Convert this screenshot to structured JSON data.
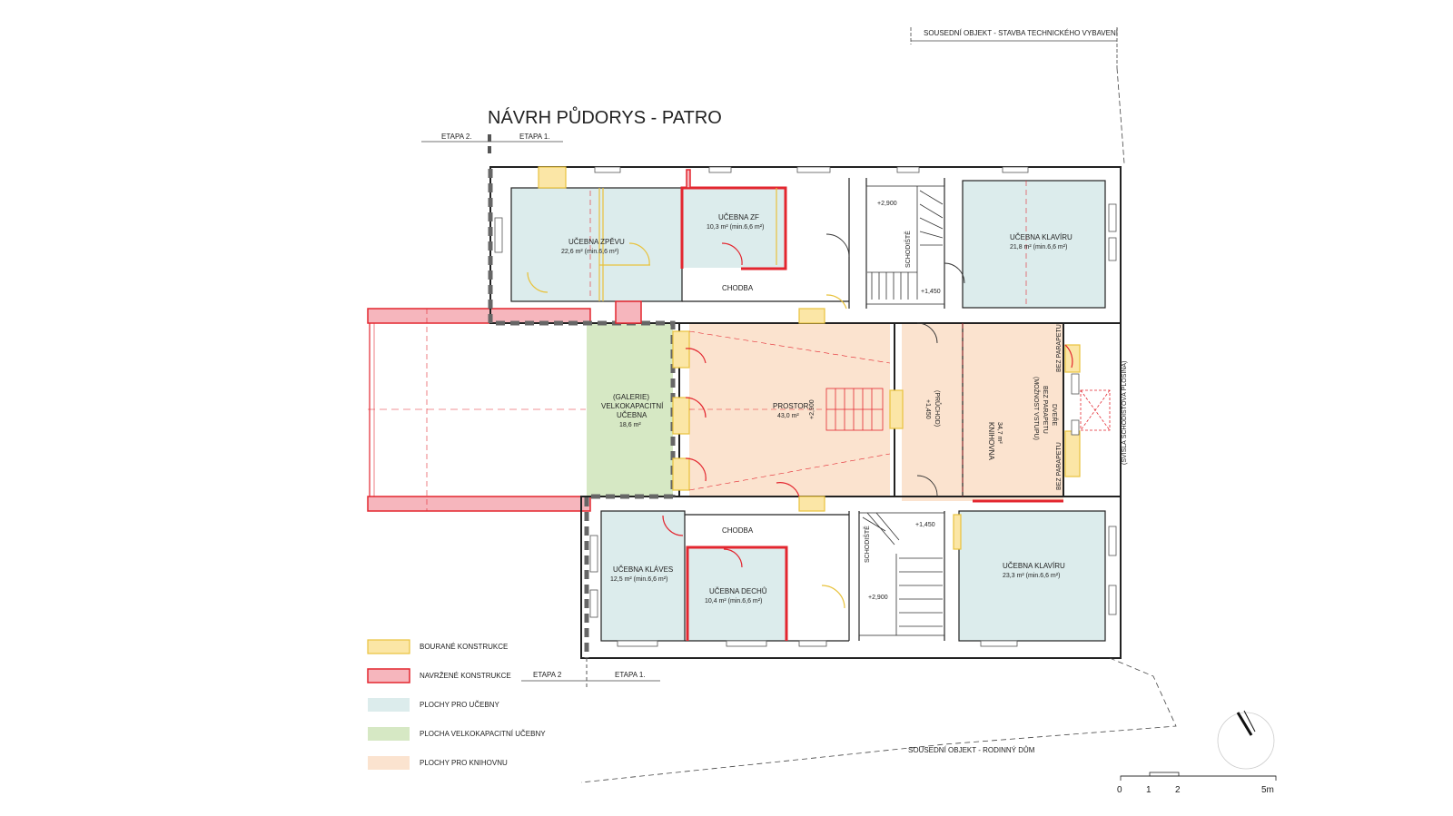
{
  "title": "NÁVRH PŮDORYS - PATRO",
  "neighbors": {
    "top": "SOUSEDNÍ OBJEKT - STAVBA TECHNICKÉHO VYBAVENÍ",
    "bottom": "SOUSEDNÍ OBJEKT - RODINNÝ DŮM"
  },
  "etapa": {
    "top_left": "ETAPA 2.",
    "top_right": "ETAPA 1.",
    "bottom_left": "ETAPA 2",
    "bottom_right": "ETAPA 1."
  },
  "rooms": {
    "zpev_name": "UČEBNA ZPĚVU",
    "zpev_area": "22,6 m² (min.6,6 m²)",
    "zf_name": "UČEBNA ZF",
    "zf_area": "10,3 m² (min.6,6 m²)",
    "chodba_top": "CHODBA",
    "klaviru_top_name": "UČEBNA KLAVÍRU",
    "klaviru_top_area": "21,8 m² (min.6,6 m²)",
    "galerie_1": "(GALERIE)",
    "galerie_2": "VELKOKAPACITNÍ",
    "galerie_3": "UČEBNA",
    "galerie_area": "18,6 m²",
    "prostor_name": "PROSTOR",
    "prostor_area": "43,0 m²",
    "knihovna_name": "KNIHOVNA",
    "knihovna_area": "34,7 m²",
    "chodba_bottom": "CHODBA",
    "klaves_name": "UČEBNA KLÁVES",
    "klaves_area": "12,5 m² (min.6,6 m²)",
    "dechu_name": "UČEBNA DECHŮ",
    "dechu_area": "10,4 m² (min.6,6 m²)",
    "klaviru_bottom_name": "UČEBNA KLAVÍRU",
    "klaviru_bottom_area": "23,3 m² (min.6,6 m²)"
  },
  "annotations": {
    "schodiste_top": "SCHODIŠTĚ",
    "schodiste_bottom": "SCHODIŠTĚ",
    "lvl_2900_top": "+2,900",
    "lvl_1450_top": "+1,450",
    "lvl_2900_prostor": "+2,900",
    "lvl_1450_pruchod": "+1,450",
    "pruchod": "(PRŮCHOD)",
    "lvl_1450_bottom": "+1,450",
    "lvl_2900_bottom": "+2,900",
    "moznost_vstupu": "(MOŽNOST VSTUPU)",
    "bez_parapetu_1": "BEZ PARAPETU",
    "bez_parapetu_dvere": "BEZ PARAPETU",
    "dvere": "DVEŘE",
    "bez_parapetu_2": "BEZ PARAPETU",
    "svisla_plosina": "(SVISLÁ SCHODIŠŤOVÁ PLOŠINA)"
  },
  "legend": [
    {
      "label": "BOURANÉ KONSTRUKCE",
      "color": "#fbe6a6",
      "border": "#e8c23c"
    },
    {
      "label": "NAVRŽENÉ KONSTRUKCE",
      "color": "#f6b6bd",
      "border": "#e3262f"
    },
    {
      "label": "PLOCHY PRO UČEBNY",
      "color": "#dcecec",
      "border": "#dcecec"
    },
    {
      "label": "PLOCHA VELKOKAPACITNÍ UČEBNY",
      "color": "#d6e8c4",
      "border": "#d6e8c4"
    },
    {
      "label": "PLOCHY PRO KNIHOVNU",
      "color": "#fbe3cf",
      "border": "#fbe3cf"
    }
  ],
  "scale": {
    "t0": "0",
    "t1": "1",
    "t2": "2",
    "t5": "5m"
  },
  "colors": {
    "classroom": "#dcecec",
    "gallery": "#d6e8c4",
    "library": "#fbe3cf",
    "new_wall": "#e3262f",
    "demolished": "#e8c23c",
    "wall": "#222222"
  }
}
